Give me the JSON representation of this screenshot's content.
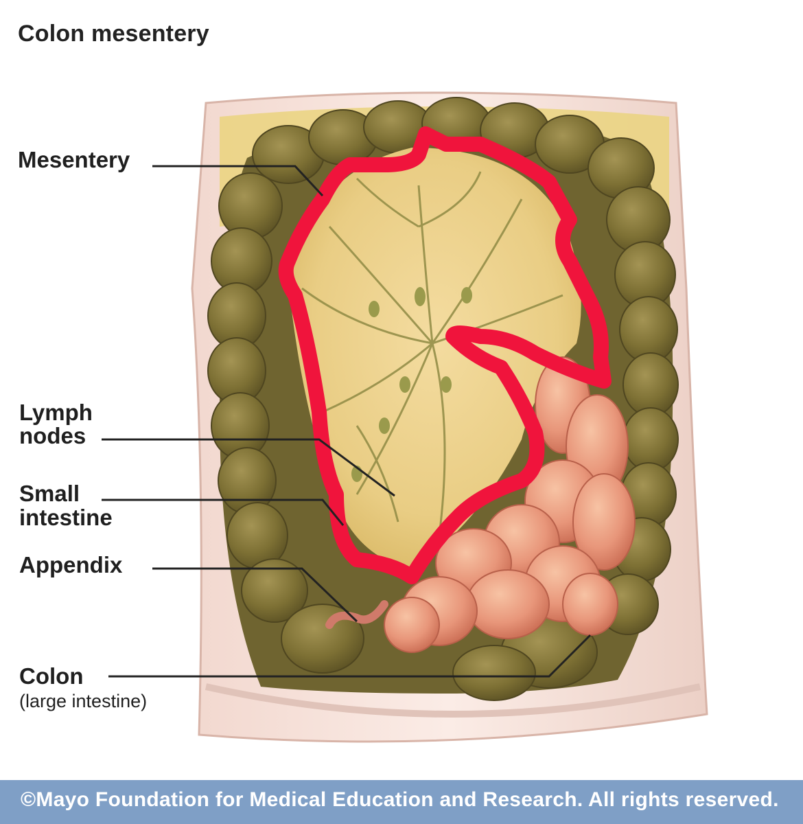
{
  "title": "Colon mesentery",
  "labels": {
    "mesentery": "Mesentery",
    "lymph_line1": "Lymph",
    "lymph_line2": "nodes",
    "small_line1": "Small",
    "small_line2": "intestine",
    "appendix": "Appendix",
    "colon": "Colon",
    "colon_sub": "(large intestine)"
  },
  "footer": {
    "copyright": "©Mayo Foundation for Medical Education and Research.  All rights reserved."
  },
  "colors": {
    "highlight_outline": "#f0143c",
    "footer_bg": "#7f9fc6",
    "colon": "#7d7034",
    "mesentery": "#eed58e",
    "small_intestine": "#e89a7a"
  }
}
